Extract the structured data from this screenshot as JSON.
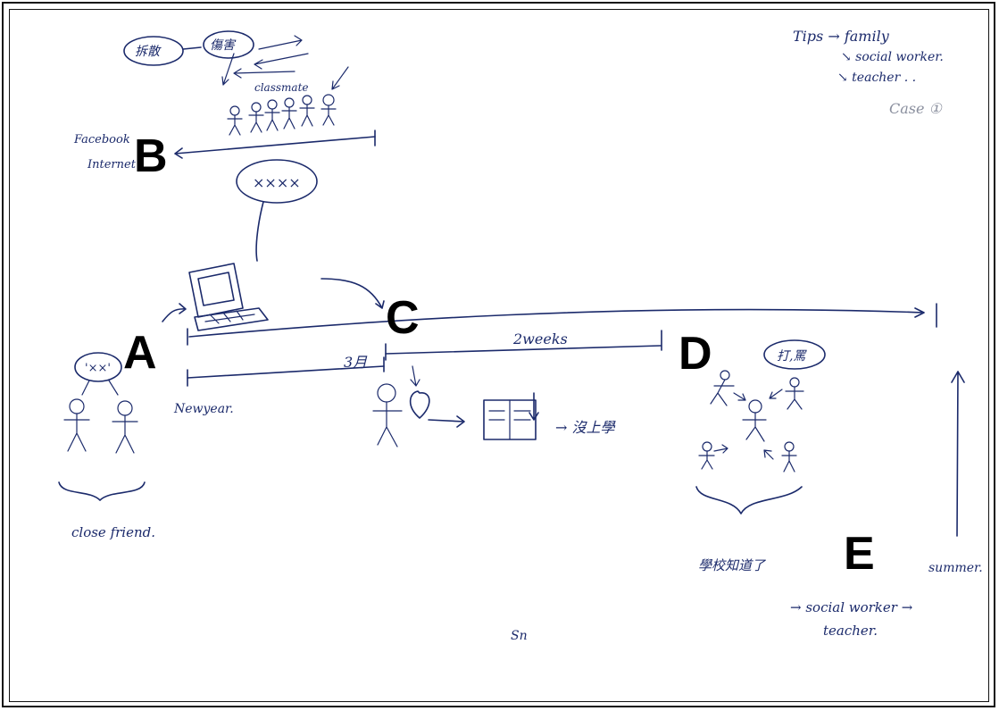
{
  "markers": {
    "a": "A",
    "b": "B",
    "c": "C",
    "d": "D",
    "e": "E"
  },
  "notes": {
    "tips": "Tips → family",
    "tips_social": "↘ social worker.",
    "tips_teacher": "↘ teacher . .",
    "case": "Case ①",
    "facebook": "Facebook",
    "internet": "Internet",
    "bubble_left": "拆散",
    "bubble_right": "傷害",
    "classmate": "classmate",
    "computer_bubble": "××××",
    "pair_bubble": "'××'",
    "close_friend": "close friend.",
    "newyear": "Newyear.",
    "three_months": "3月",
    "two_weeks": "2weeks",
    "stop_school": "→ 沒上學",
    "group_bubble": "打,罵",
    "school_knows": "學校知道了",
    "summer": "summer.",
    "social_worker_teacher": "→ social worker →",
    "teacher": "teacher.",
    "sn": "Sn"
  },
  "colors": {
    "ink": "#1b2a6b",
    "marker": "#000000",
    "paper": "#ffffff"
  }
}
